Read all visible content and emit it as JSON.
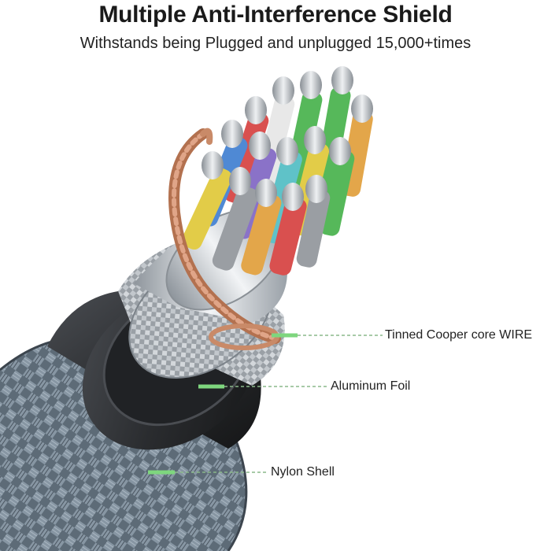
{
  "header": {
    "title": "Multiple Anti-Interference Shield",
    "subtitle": "Withstands being Plugged and unplugged 15,000+times"
  },
  "callouts": [
    {
      "label": "Tinned Cooper core WIRE"
    },
    {
      "label": "Aluminum Foil"
    },
    {
      "label": "Nylon Shell"
    }
  ],
  "colors": {
    "accent_green": "#7ed67e",
    "leader_line": "#8ab88a",
    "nylon_braid": "#6f7f8c",
    "outer_jacket": "#2a2c2f",
    "copper": "#c98a68",
    "wire_red": "#d9504f",
    "wire_blue": "#4f89d4",
    "wire_green": "#56b85a",
    "wire_yellow": "#e2cc48",
    "wire_purple": "#8a72c8",
    "wire_cyan": "#5fc2c8",
    "wire_orange": "#e3a64a",
    "wire_gray": "#9a9ea3",
    "wire_white": "#e8e8e8"
  }
}
